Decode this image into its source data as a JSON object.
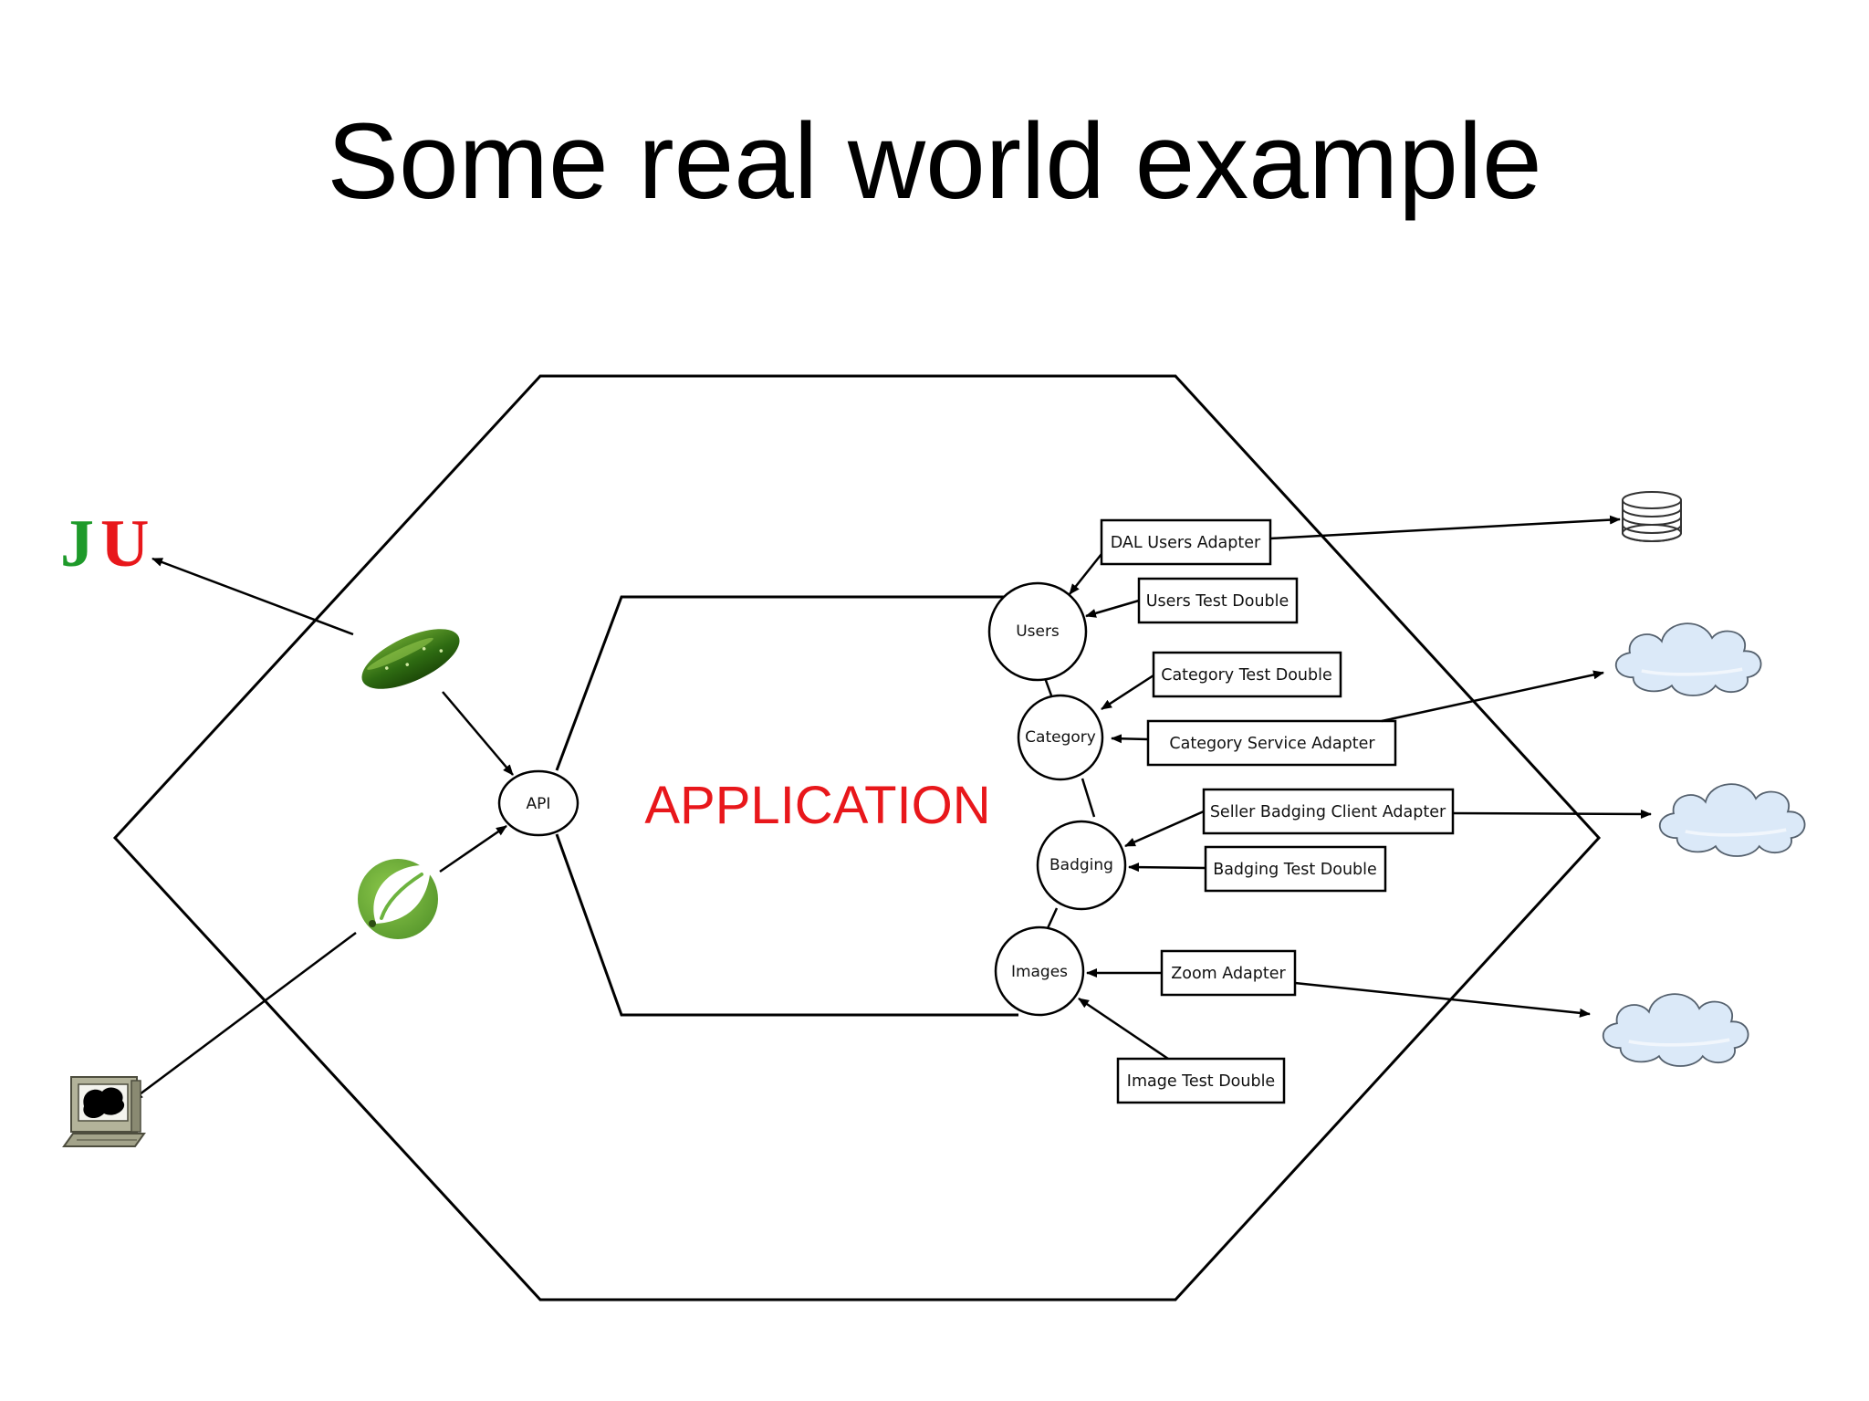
{
  "slide": {
    "title": "Some real world example"
  },
  "application": {
    "label": "APPLICATION"
  },
  "ports": {
    "api": "API",
    "users": "Users",
    "category": "Category",
    "badging": "Badging",
    "images": "Images"
  },
  "adapters": {
    "dal_users": "DAL Users Adapter",
    "users_test_double": "Users Test Double",
    "category_test_double": "Category Test Double",
    "category_service": "Category Service Adapter",
    "seller_badging": "Seller Badging Client Adapter",
    "badging_test_double": "Badging Test Double",
    "zoom": "Zoom Adapter",
    "image_test_double": "Image Test Double"
  },
  "logos": {
    "junit": {
      "text_j": "J",
      "text_u": "U",
      "color_j": "#1e9a2a",
      "color_u": "#e8171b"
    }
  },
  "icons": [
    "junit-logo-icon",
    "cucumber-icon",
    "spring-leaf-icon",
    "computer-terminal-icon",
    "database-icon",
    "cloud-icon"
  ],
  "colors": {
    "application_label": "#e8171b",
    "cloud_fill": "#dbe9f8",
    "spring_green": "#6db33f"
  }
}
